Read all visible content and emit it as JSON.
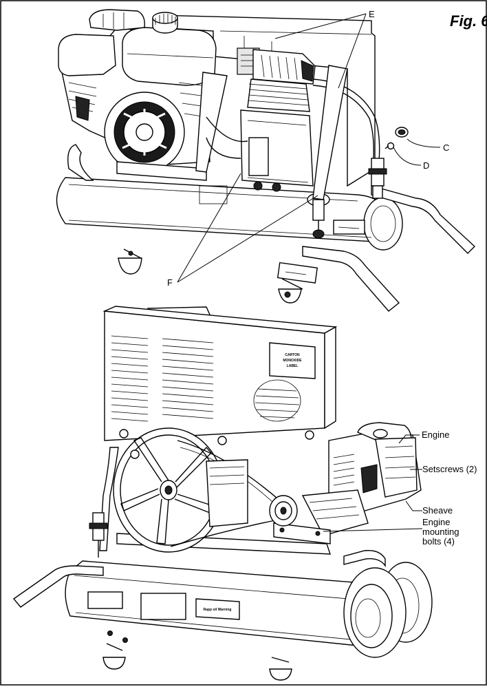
{
  "figure": {
    "title": "Fig. 6"
  },
  "callouts": {
    "E": "E",
    "C": "C",
    "D": "D",
    "F": "F",
    "engine": "Engine",
    "setscrews": "Setscrews (2)",
    "sheave": "Sheave",
    "mounting_1": "Engine",
    "mounting_2": "mounting",
    "mounting_3": "bolts (4)"
  },
  "decals": {
    "carton_1": "CARTON",
    "carton_2": "MONOXIDE",
    "carton_3": "LABEL",
    "tank_top": "Rapp oil Warning"
  }
}
